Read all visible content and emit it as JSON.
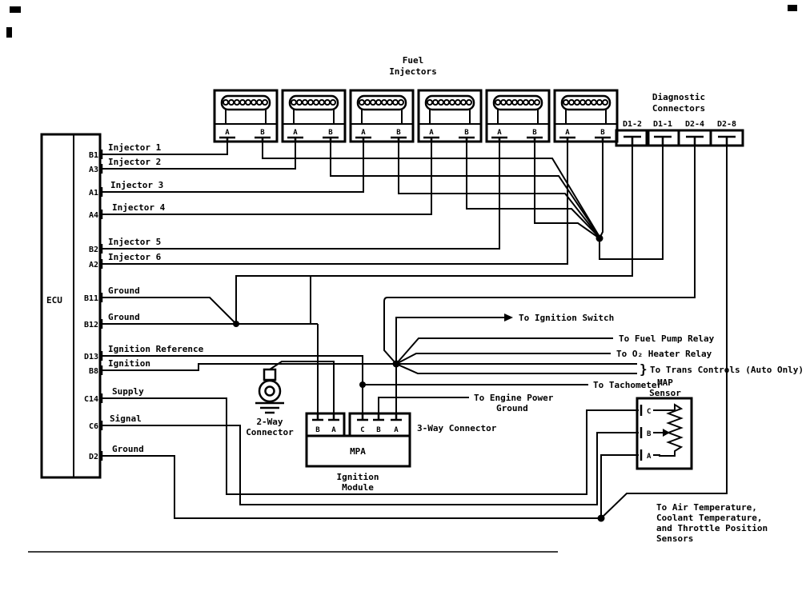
{
  "titles": {
    "injectors_line1": "Fuel",
    "injectors_line2": "Injectors",
    "diagnostic_line1": "Diagnostic",
    "diagnostic_line2": "Connectors"
  },
  "ecu": {
    "label": "ECU",
    "pins": [
      {
        "pin": "B1",
        "label": "Injector 1"
      },
      {
        "pin": "A3",
        "label": "Injector 2"
      },
      {
        "pin": "A1",
        "label": "Injector 3"
      },
      {
        "pin": "A4",
        "label": "Injector 4"
      },
      {
        "pin": "B2",
        "label": "Injector 5"
      },
      {
        "pin": "A2",
        "label": "Injector 6"
      },
      {
        "pin": "B11",
        "label": "Ground"
      },
      {
        "pin": "B12",
        "label": "Ground"
      },
      {
        "pin": "D13",
        "label": "Ignition Reference"
      },
      {
        "pin": "B8",
        "label": "Ignition"
      },
      {
        "pin": "C14",
        "label": "Supply"
      },
      {
        "pin": "C6",
        "label": "Signal"
      },
      {
        "pin": "D2",
        "label": "Ground"
      }
    ]
  },
  "injectors": {
    "terminal_a": "A",
    "terminal_b": "B"
  },
  "diagnostic_connectors": [
    {
      "label": "D1-2"
    },
    {
      "label": "D1-1"
    },
    {
      "label": "D2-4"
    },
    {
      "label": "D2-8"
    }
  ],
  "two_way_connector": {
    "label_line1": "2-Way",
    "label_line2": "Connector"
  },
  "ignition_module": {
    "box_label": "MPA",
    "caption_line1": "Ignition",
    "caption_line2": "Module",
    "three_way_label": "3-Way Connector",
    "left_pins": [
      "B",
      "A"
    ],
    "right_pins": [
      "C",
      "B",
      "A"
    ],
    "brace": "}"
  },
  "map_sensor": {
    "title_line1": "MAP",
    "title_line2": "Sensor",
    "pins": [
      "C",
      "B",
      "A"
    ]
  },
  "destinations": {
    "ignition_switch": "To Ignition Switch",
    "fuel_pump_relay": "To Fuel Pump Relay",
    "o2_heater_relay": "To O₂ Heater Relay",
    "trans_controls": "To Trans Controls (Auto Only)",
    "tachometer": "To Tachometer",
    "engine_power_ground_1": "To Engine Power",
    "engine_power_ground_2": "Ground",
    "air_temp_1": "To Air Temperature,",
    "air_temp_2": "Coolant Temperature,",
    "air_temp_3": "and Throttle Position",
    "air_temp_4": "Sensors"
  },
  "colors": {
    "ink": "#000000",
    "paper": "#ffffff"
  }
}
